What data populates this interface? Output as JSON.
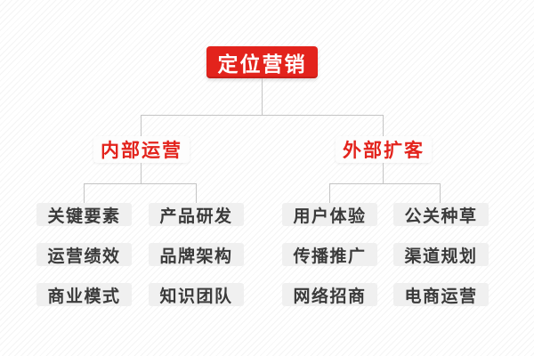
{
  "diagram": {
    "root": {
      "label": "定位营销"
    },
    "branches": [
      {
        "label": "内部运营",
        "children": [
          "关键要素",
          "产品研发",
          "运营绩效",
          "品牌架构",
          "商业模式",
          "知识团队"
        ]
      },
      {
        "label": "外部扩客",
        "children": [
          "用户体验",
          "公关种草",
          "传播推广",
          "渠道规划",
          "网络招商",
          "电商运营"
        ]
      }
    ]
  },
  "colors": {
    "accent": "#e3231c",
    "line": "#c4c4c4",
    "leaf-bg": "#f0f0f0",
    "leaf-text": "#3a3a3a",
    "l2-bg": "#fdfdfd",
    "stripe": "#f4f4f4"
  }
}
